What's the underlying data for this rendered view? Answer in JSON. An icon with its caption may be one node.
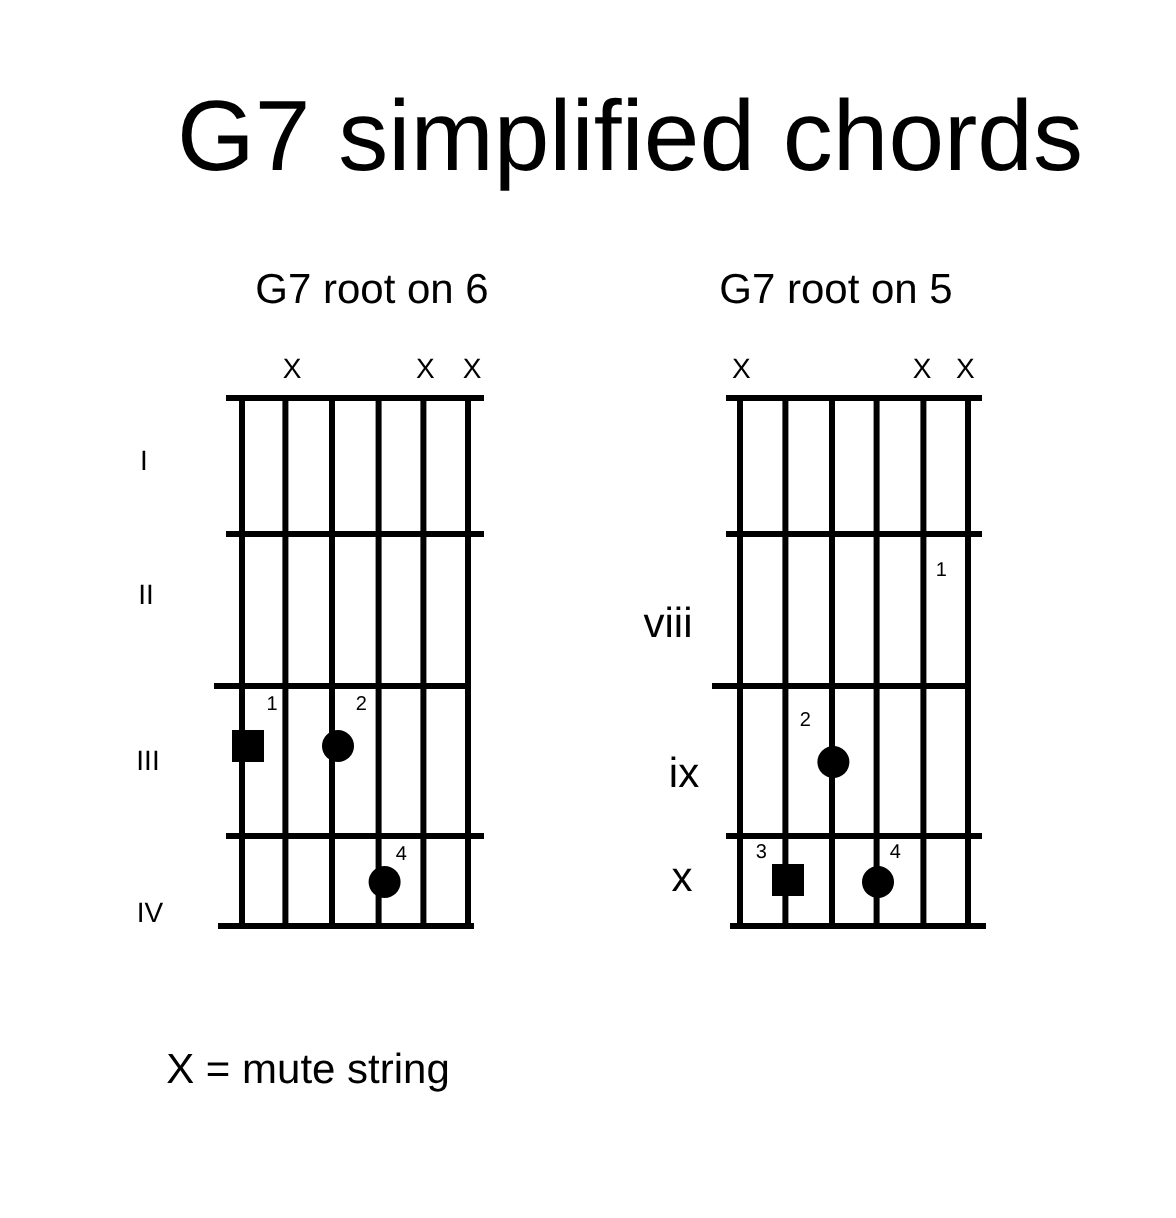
{
  "diagram": {
    "title": "G7 simplified chords",
    "caption": "X = mute string",
    "labels": [
      "G7 root on 6",
      "X",
      "X",
      "X",
      "I",
      "II",
      "III",
      "1",
      "2",
      "IV",
      "4",
      "G7 root on 5",
      "X",
      "X",
      "X",
      "viii",
      "1",
      "ix",
      "2",
      "x",
      "3",
      "4"
    ]
  }
}
